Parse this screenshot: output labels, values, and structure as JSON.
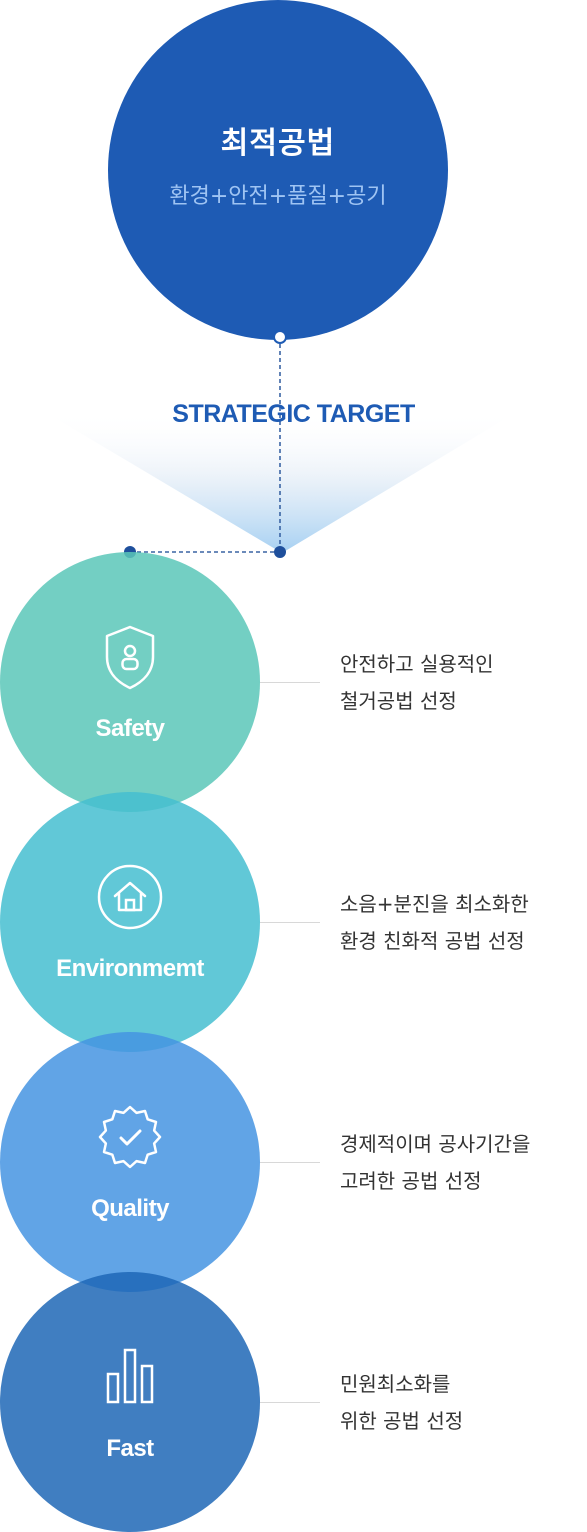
{
  "top": {
    "title": "최적공법",
    "subtitle": "환경+안전+품질+공기"
  },
  "target_label": "STRATEGIC TARGET",
  "colors": {
    "navy": "#1e5bb4",
    "subtitle": "#9fc4f3",
    "safety": "#5bc7b9",
    "environment": "#45bed0",
    "quality": "#4594e2",
    "fast": "#1e67b6"
  },
  "items": [
    {
      "label": "Safety",
      "icon": "shield-user-icon",
      "desc": [
        "안전하고 실용적인",
        "철거공법 선정"
      ]
    },
    {
      "label": "Environmemt",
      "icon": "home-icon",
      "desc": [
        "소음+분진을 최소화한",
        "환경 친화적 공법 선정"
      ]
    },
    {
      "label": "Quality",
      "icon": "badge-check-icon",
      "desc": [
        "경제적이며 공사기간을",
        "고려한 공법 선정"
      ]
    },
    {
      "label": "Fast",
      "icon": "bars-icon",
      "desc": [
        "민원최소화를",
        "위한 공법 선정"
      ]
    }
  ]
}
